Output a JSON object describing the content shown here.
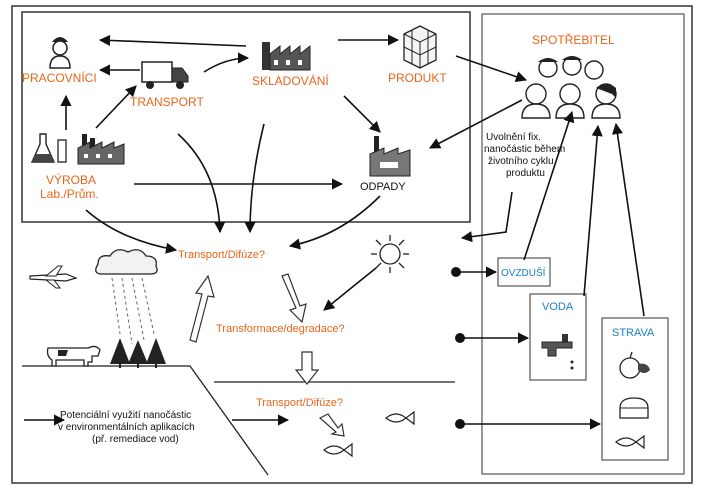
{
  "colors": {
    "orange": "#e8651a",
    "blue": "#1a7fc4",
    "line": "#111111",
    "frame": "#333333"
  },
  "labels": {
    "pracovnici": "PRACOVNÍCI",
    "transport": "TRANSPORT",
    "skladovani": "SKLADOVÁNÍ",
    "produkt": "PRODUKT",
    "spotrebitel": "SPOTŘEBITEL",
    "vyroba_1": "VÝROBA",
    "vyroba_2": "Lab./Prům.",
    "odpady": "ODPADY",
    "uvolneni_1": "Uvolnění fix.",
    "uvolneni_2": "nanočástic během",
    "uvolneni_3": "životního cyklu",
    "uvolneni_4": "produktu",
    "transport_difuze_top": "Transport/Difúze?",
    "transformace": "Transformace/degradace?",
    "transport_difuze_bottom": "Transport/Difúze?",
    "ovzdusi": "OVZDUŠÍ",
    "voda": "VODA",
    "strava": "STRAVA",
    "potencialni_1": "Potenciální využití nanočástic",
    "potencialni_2": "v environmentálních aplikacích",
    "potencialni_3": "(př. remediace vod)"
  },
  "icons": [
    "worker-icon",
    "truck-icon",
    "warehouse-icon",
    "boxes-icon",
    "people-icon",
    "lab-flask-icon",
    "factory-icon",
    "waste-plant-icon",
    "plane-icon",
    "cloud-icon",
    "sun-icon",
    "cow-icon",
    "trees-icon",
    "faucet-icon",
    "fish-icon",
    "apple-icon",
    "bread-icon"
  ]
}
